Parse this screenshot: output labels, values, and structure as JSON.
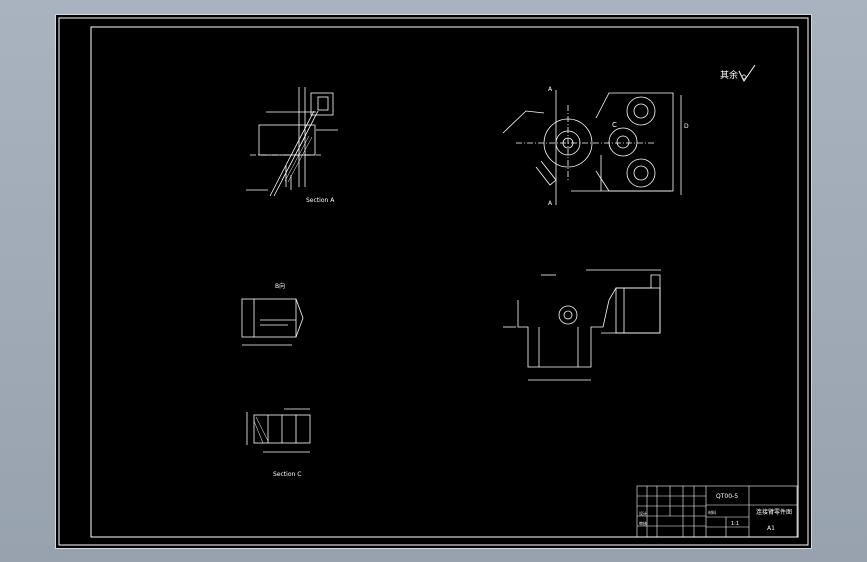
{
  "drawing": {
    "views": {
      "section_a_title": "Section A",
      "section_c_title": "Section C",
      "view_b_title": "B向"
    },
    "annotations": {
      "roughness_note": "其余",
      "letter_a": "A",
      "letter_c": "C",
      "letter_d": "D"
    },
    "title_block": {
      "drawing_number": "QT00-5",
      "part_name": "连接臂零件图",
      "scale": "1:1",
      "sheet": "A1",
      "drawn_label": "设计",
      "checked_label": "审核",
      "material_label": "材料"
    }
  }
}
